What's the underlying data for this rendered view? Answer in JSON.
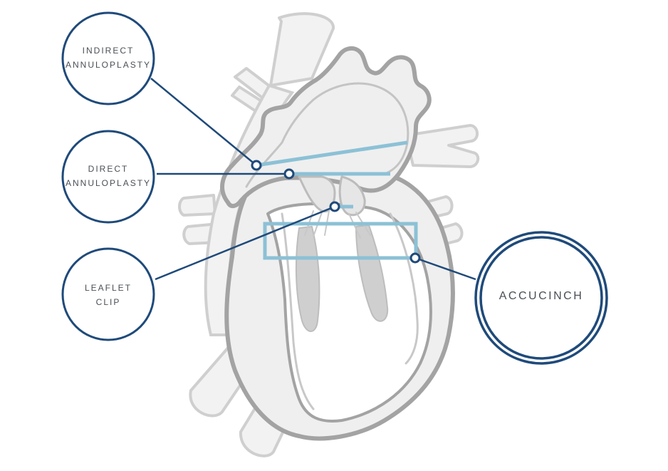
{
  "callouts": {
    "indirect": {
      "line1": "INDIRECT",
      "line2": "ANNULOPLASTY"
    },
    "direct": {
      "line1": "DIRECT",
      "line2": "ANNULOPLASTY"
    },
    "leaflet": {
      "line1": "LEAFLET",
      "line2": "CLIP"
    },
    "accucinch": {
      "line1": "ACCUCINCH"
    }
  },
  "colors": {
    "navy": "#1f4a7a",
    "light_blue": "#8cc1d6",
    "heart_outline": "#a3a3a3",
    "heart_fill": "#efefef",
    "vessel_fill": "#f2f2f2",
    "chordae_fill": "#cfcfcf"
  }
}
